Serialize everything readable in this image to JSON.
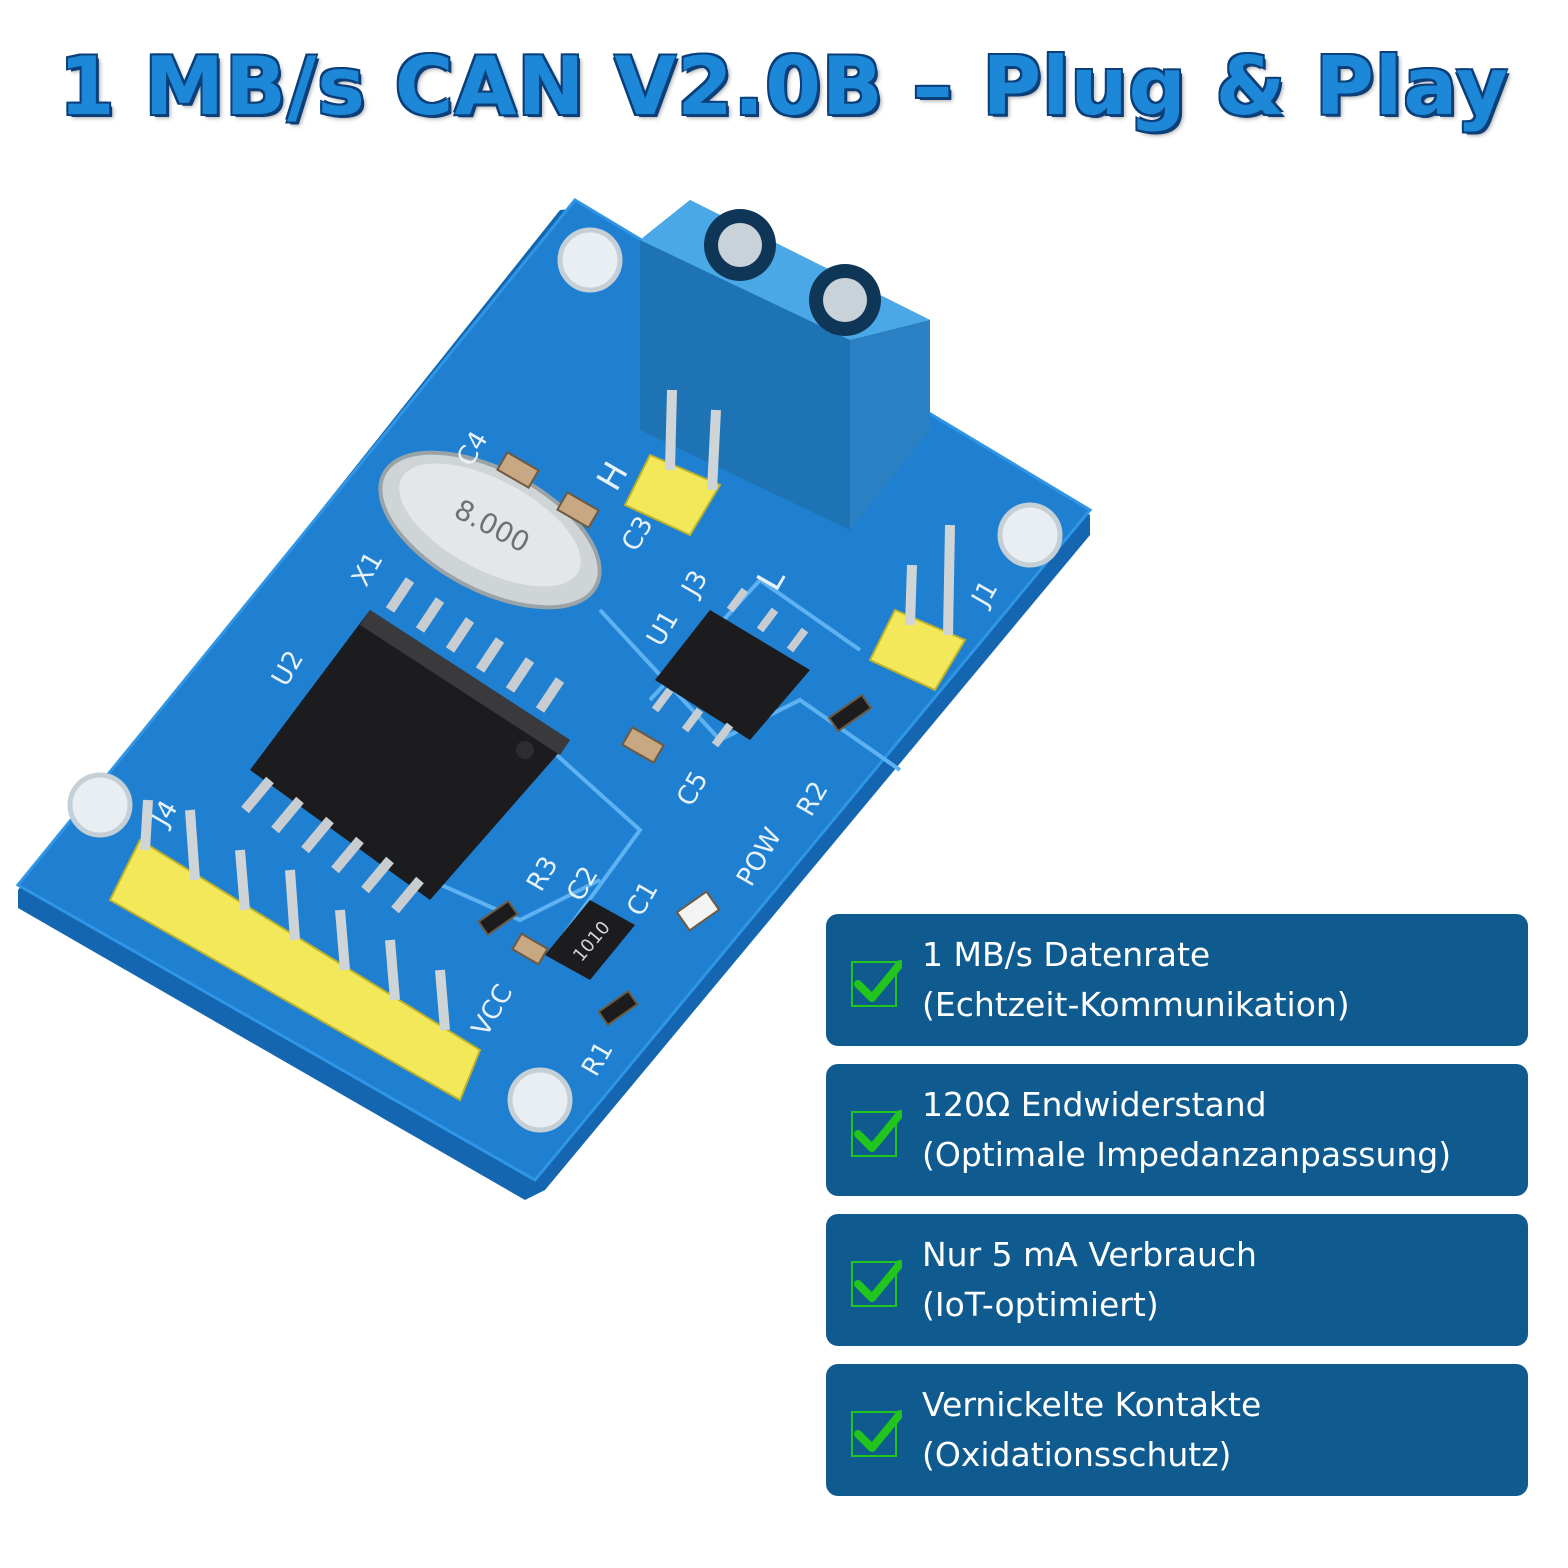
{
  "headline": "1 MB/s CAN V2.0B – Plug & Play",
  "board": {
    "crystal_marking": "8.000",
    "regulator_marking": "1010",
    "silkscreen": [
      "C4",
      "X1",
      "C3",
      "J3",
      "U2",
      "U1",
      "J1",
      "R2",
      "C5",
      "POW",
      "C1",
      "C2",
      "R3",
      "R1",
      "J4",
      "VCC",
      "H",
      "L"
    ]
  },
  "features": [
    {
      "title": "1 MB/s Datenrate",
      "subtitle": "(Echtzeit-Kommunikation)"
    },
    {
      "title": "120Ω Endwiderstand",
      "subtitle": "(Optimale Impedanzanpassung)"
    },
    {
      "title": "Nur 5 mA Verbrauch",
      "subtitle": "(IoT-optimiert)"
    },
    {
      "title": "Vernickelte Kontakte",
      "subtitle": "(Oxidationsschutz)"
    }
  ],
  "colors": {
    "pcb": "#1f7fd0",
    "card": "#0f5a8f",
    "check": "#22c51e",
    "headline": "#1e88d8"
  },
  "icons": [
    "checkmark-icon"
  ]
}
